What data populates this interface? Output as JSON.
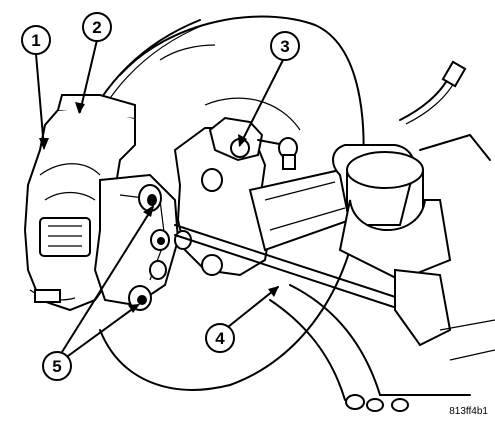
{
  "figure_code": "813ff4b1",
  "callouts": [
    {
      "id": "1",
      "label": "1"
    },
    {
      "id": "2",
      "label": "2"
    },
    {
      "id": "3",
      "label": "3"
    },
    {
      "id": "4",
      "label": "4"
    },
    {
      "id": "5",
      "label": "5"
    }
  ]
}
